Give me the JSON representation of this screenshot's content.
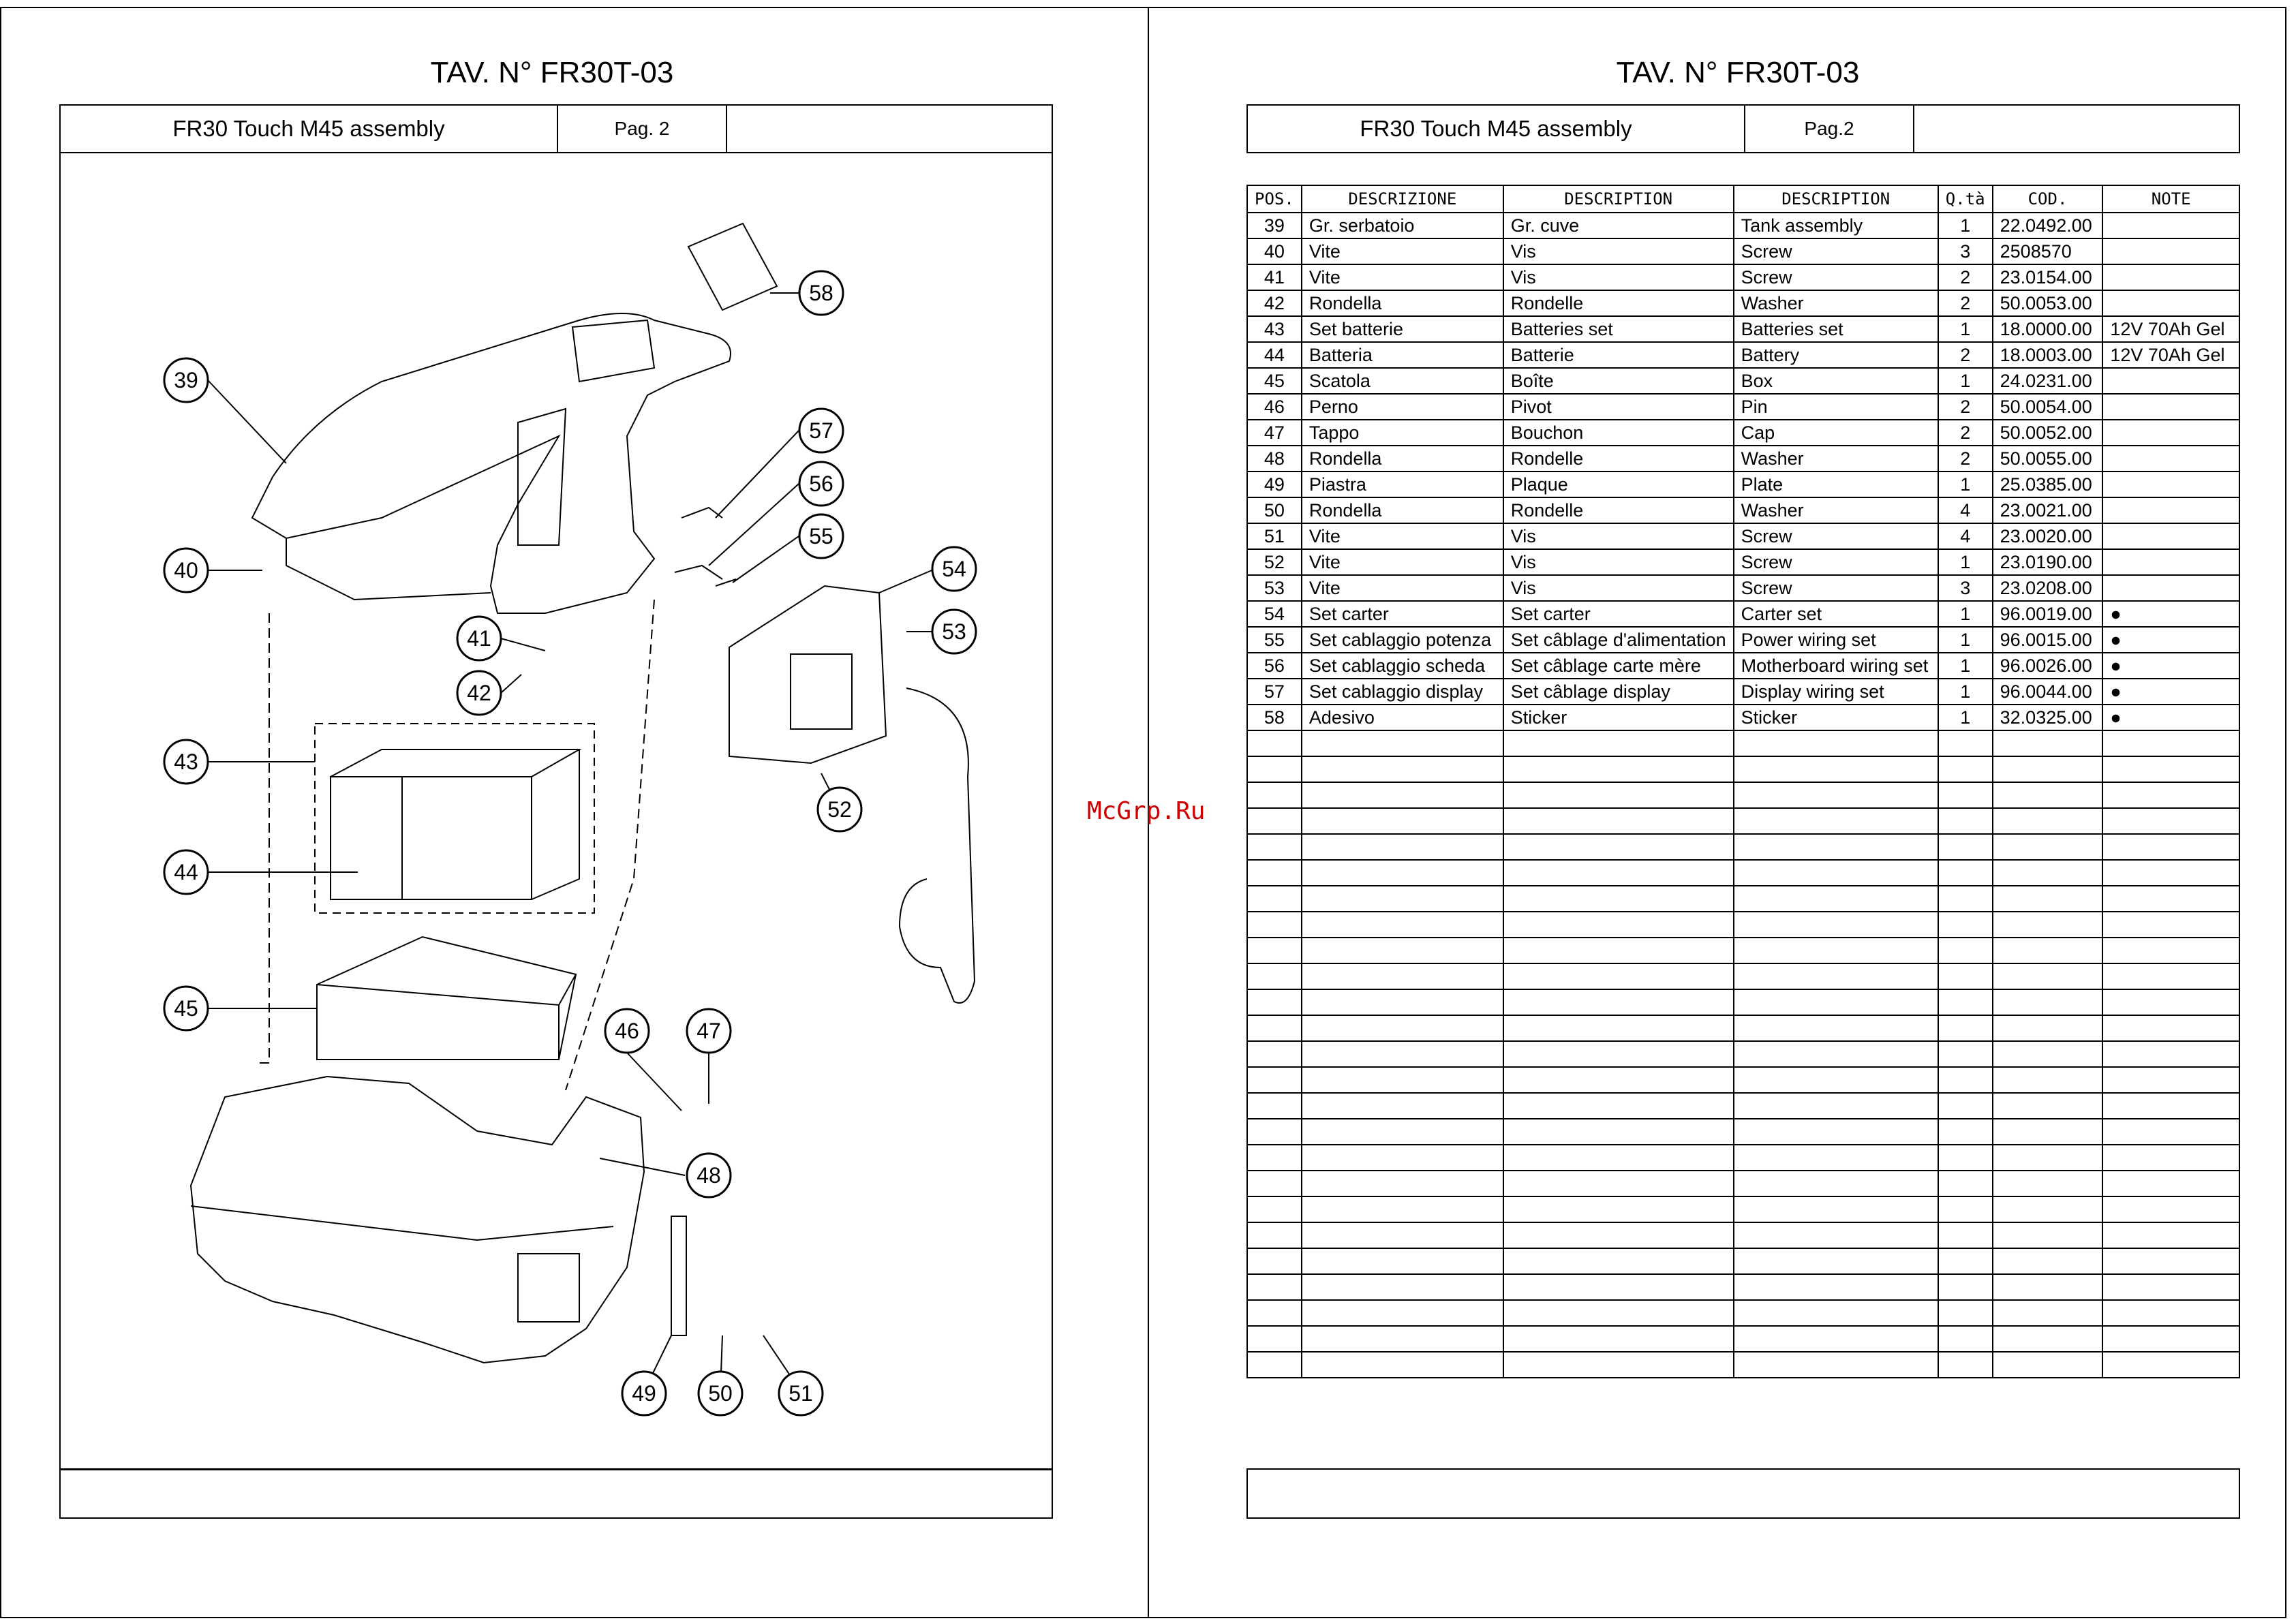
{
  "left": {
    "title": "TAV. N° FR30T-03",
    "header": {
      "name": "FR30 Touch M45 assembly",
      "page": "Pag. 2"
    },
    "callouts": [
      "39",
      "40",
      "41",
      "42",
      "43",
      "44",
      "45",
      "46",
      "47",
      "48",
      "49",
      "50",
      "51",
      "52",
      "53",
      "54",
      "55",
      "56",
      "57",
      "58"
    ]
  },
  "right": {
    "title": "TAV.  N° FR30T-03",
    "header": {
      "name": "FR30 Touch M45 assembly",
      "page": "Pag.2"
    },
    "table": {
      "columns": [
        "POS.",
        "DESCRIZIONE",
        "DESCRIPTION",
        "DESCRIPTION",
        "Q.tà",
        "COD.",
        "NOTE"
      ],
      "rows": [
        [
          "39",
          "Gr. serbatoio",
          "Gr. cuve",
          "Tank assembly",
          "1",
          "22.0492.00",
          ""
        ],
        [
          "40",
          "Vite",
          "Vis",
          "Screw",
          "3",
          "2508570",
          ""
        ],
        [
          "41",
          "Vite",
          "Vis",
          "Screw",
          "2",
          "23.0154.00",
          ""
        ],
        [
          "42",
          "Rondella",
          "Rondelle",
          "Washer",
          "2",
          "50.0053.00",
          ""
        ],
        [
          "43",
          "Set batterie",
          "Batteries set",
          "Batteries set",
          "1",
          "18.0000.00",
          "12V 70Ah Gel"
        ],
        [
          "44",
          "Batteria",
          "Batterie",
          "Battery",
          "2",
          "18.0003.00",
          "12V 70Ah Gel"
        ],
        [
          "45",
          "Scatola",
          "Boîte",
          "Box",
          "1",
          "24.0231.00",
          ""
        ],
        [
          "46",
          "Perno",
          "Pivot",
          "Pin",
          "2",
          "50.0054.00",
          ""
        ],
        [
          "47",
          "Tappo",
          "Bouchon",
          "Cap",
          "2",
          "50.0052.00",
          ""
        ],
        [
          "48",
          "Rondella",
          "Rondelle",
          "Washer",
          "2",
          "50.0055.00",
          ""
        ],
        [
          "49",
          "Piastra",
          "Plaque",
          "Plate",
          "1",
          "25.0385.00",
          ""
        ],
        [
          "50",
          "Rondella",
          "Rondelle",
          "Washer",
          "4",
          "23.0021.00",
          ""
        ],
        [
          "51",
          "Vite",
          "Vis",
          "Screw",
          "4",
          "23.0020.00",
          ""
        ],
        [
          "52",
          "Vite",
          "Vis",
          "Screw",
          "1",
          "23.0190.00",
          ""
        ],
        [
          "53",
          "Vite",
          "Vis",
          "Screw",
          "3",
          "23.0208.00",
          ""
        ],
        [
          "54",
          "Set carter",
          "Set carter",
          "Carter set",
          "1",
          "96.0019.00",
          "●"
        ],
        [
          "55",
          "Set cablaggio potenza",
          "Set câblage d'alimentation",
          "Power wiring set",
          "1",
          "96.0015.00",
          "●"
        ],
        [
          "56",
          "Set cablaggio scheda",
          "Set câblage carte mère",
          "Motherboard wiring set",
          "1",
          "96.0026.00",
          "●"
        ],
        [
          "57",
          "Set cablaggio display",
          "Set câblage display",
          "Display wiring set",
          "1",
          "96.0044.00",
          "●"
        ],
        [
          "58",
          "Adesivo",
          "Sticker",
          "Sticker",
          "1",
          "32.0325.00",
          "●"
        ]
      ],
      "empty_rows": 25
    }
  },
  "watermark": "McGrp.Ru"
}
